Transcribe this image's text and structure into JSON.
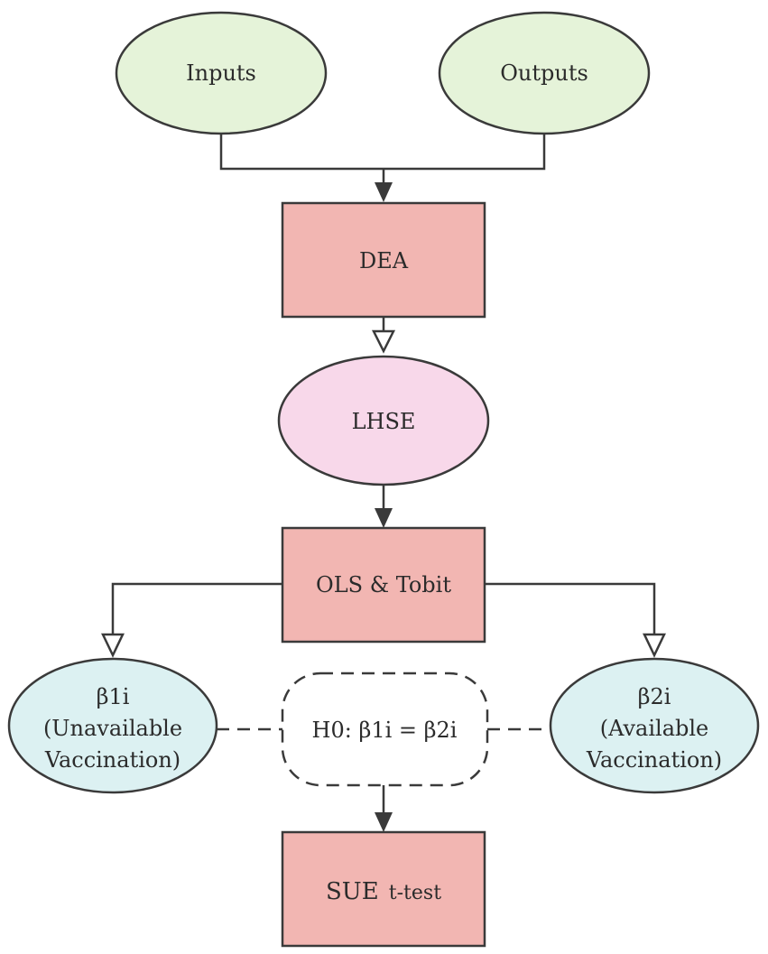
{
  "colors": {
    "green_fill": "#e5f3d9",
    "red_fill": "#f2b6b2",
    "pink_fill": "#f8d8ea",
    "cyan_fill": "#dcf1f2",
    "stroke": "#3a3a3a",
    "hypothesis_fill": "#ffffff"
  },
  "nodes": {
    "inputs": "Inputs",
    "outputs": "Outputs",
    "dea": "DEA",
    "lhse": "LHSE",
    "ols_tobit": "OLS & Tobit",
    "beta1": {
      "line1": "β1i",
      "line2": "(Unavailable",
      "line3": "Vaccination)"
    },
    "beta2": {
      "line1": "β2i",
      "line2": "(Available",
      "line3": "Vaccination)"
    },
    "hypothesis": "H0: β1i = β2i",
    "sue": {
      "main": "SUE",
      "sub": "t-test"
    }
  }
}
